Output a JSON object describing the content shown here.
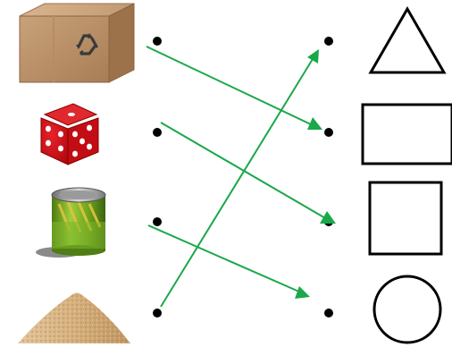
{
  "objects": [
    {
      "id": "box",
      "icon": "cardboard-box-recycle-icon"
    },
    {
      "id": "die",
      "icon": "red-dice-icon"
    },
    {
      "id": "can",
      "icon": "corn-can-cylinder-icon"
    },
    {
      "id": "sand",
      "icon": "sand-pile-cone-icon"
    }
  ],
  "shapes": [
    {
      "id": "triangle",
      "icon": "triangle-shape"
    },
    {
      "id": "rectangle",
      "icon": "rectangle-shape"
    },
    {
      "id": "square",
      "icon": "square-shape"
    },
    {
      "id": "circle",
      "icon": "circle-shape"
    }
  ],
  "matches": [
    {
      "from": "box",
      "to": "rectangle"
    },
    {
      "from": "die",
      "to": "square"
    },
    {
      "from": "can",
      "to": "circle"
    },
    {
      "from": "sand",
      "to": "triangle"
    }
  ],
  "colors": {
    "arrow": "#1aa84a",
    "dot": "#000000",
    "shape_stroke": "#000000"
  }
}
